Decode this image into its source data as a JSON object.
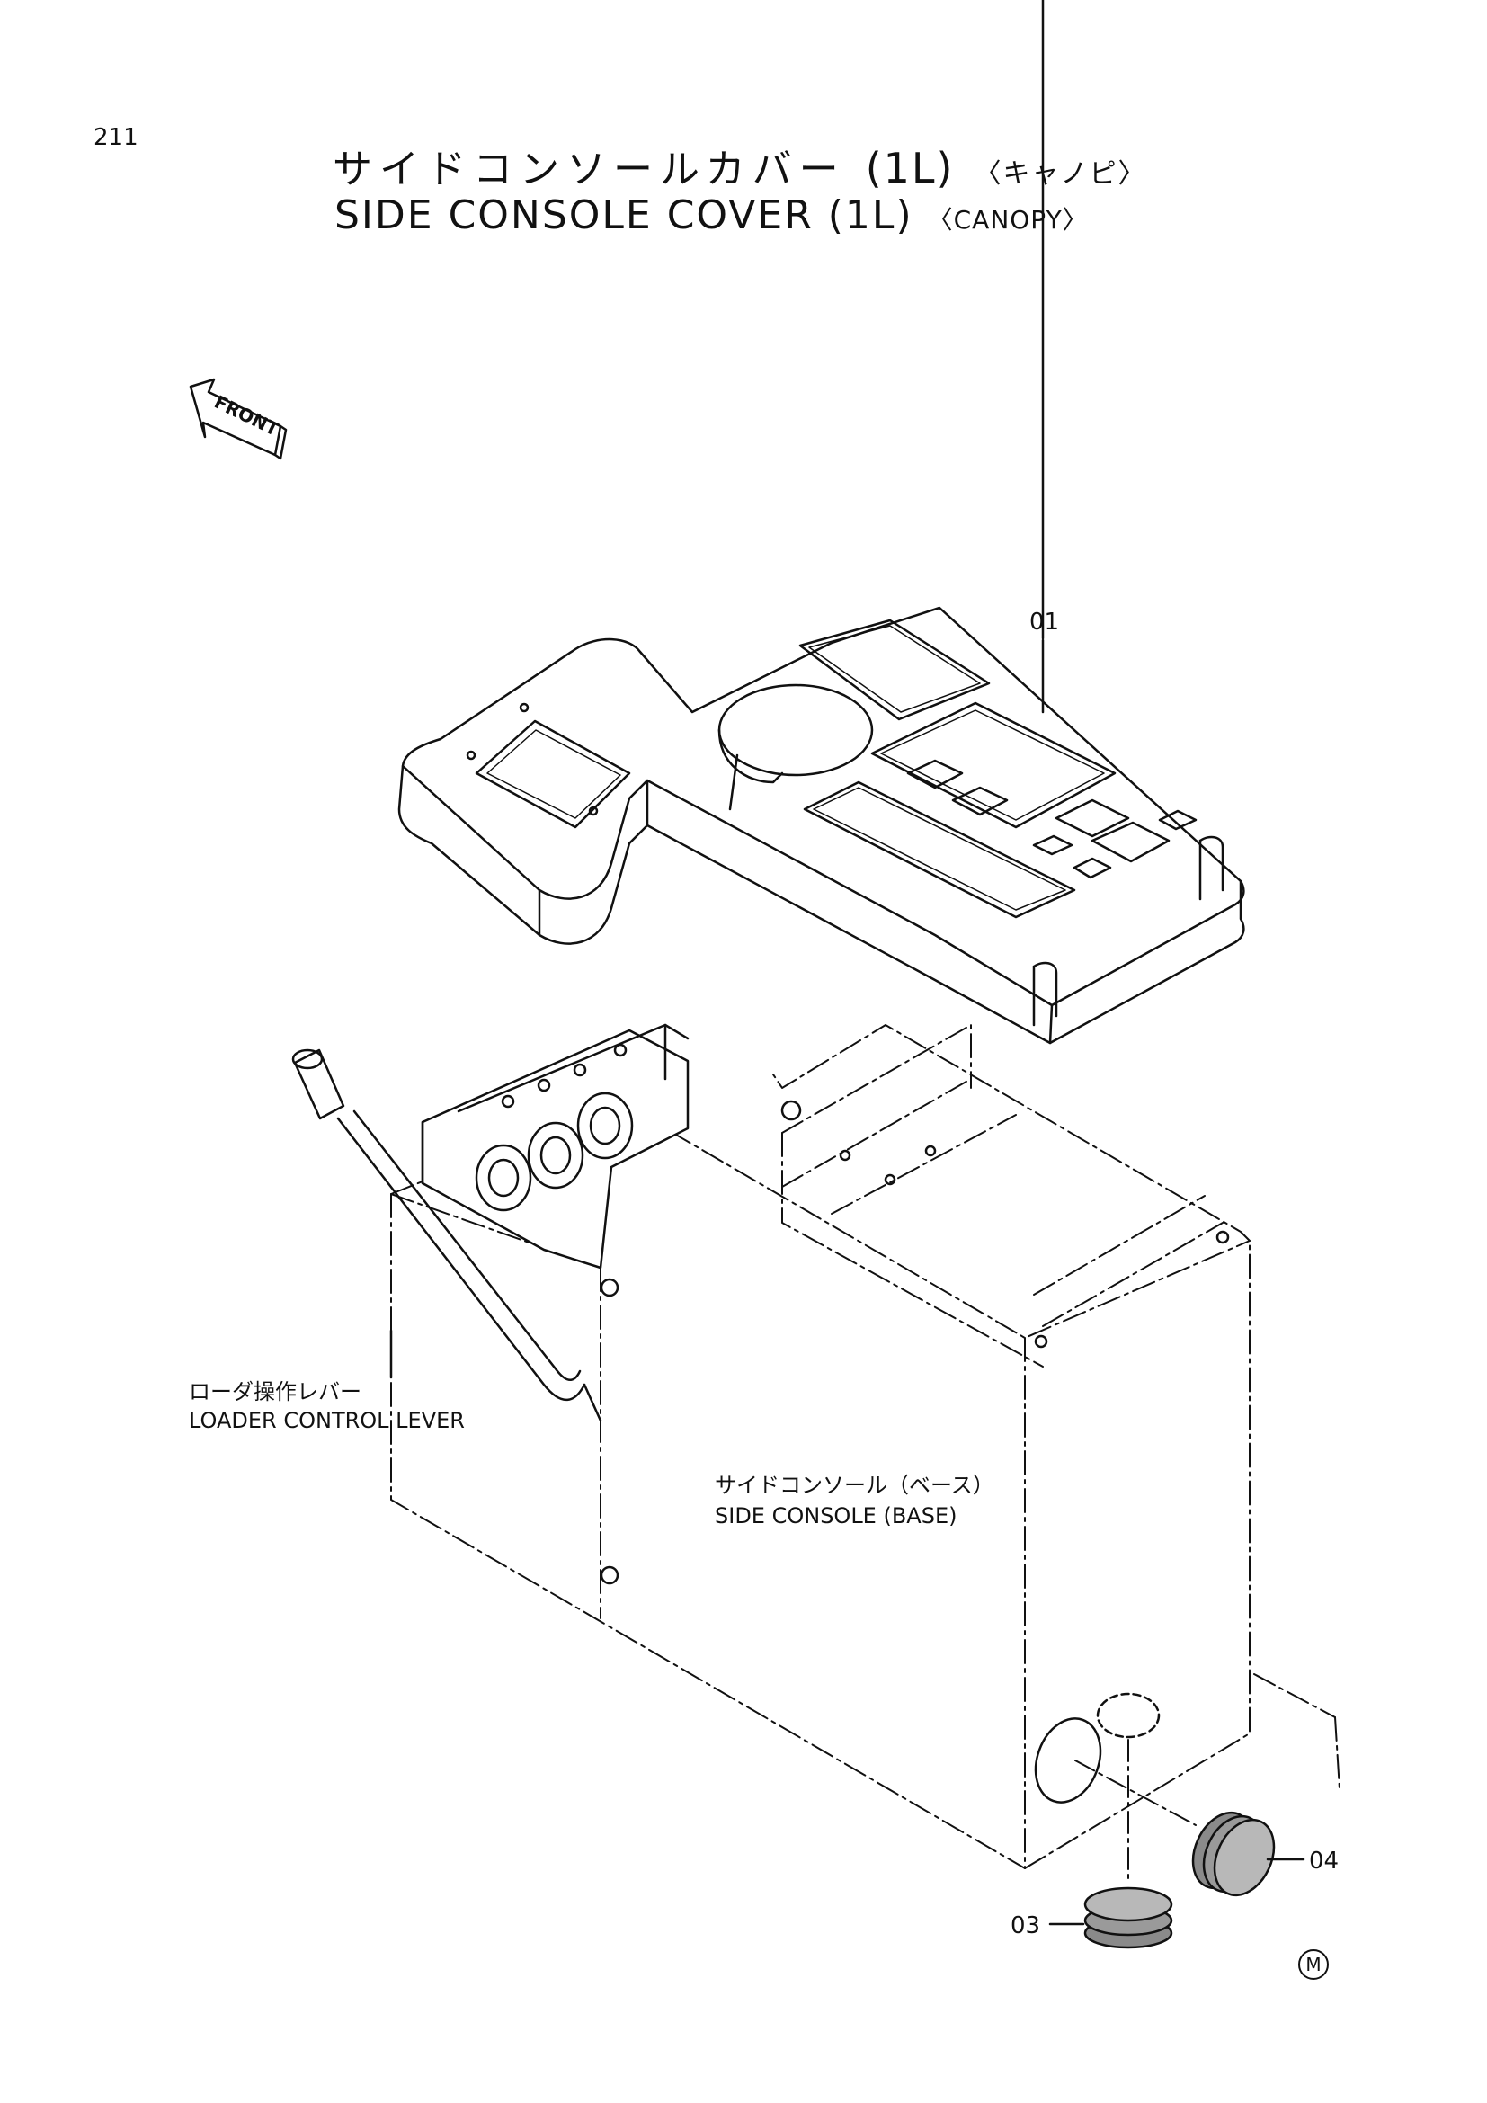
{
  "page_number": "211",
  "title": {
    "jp_main": "サイドコンソールカバー",
    "jp_variant": "(1L)",
    "jp_type": "〈キャノピ〉",
    "en_main": "SIDE CONSOLE COVER",
    "en_variant": "(1L)",
    "en_type": "〈CANOPY〉"
  },
  "front_label": "FRONT",
  "labels": {
    "lever_jp": "ローダ操作レバー",
    "lever_en": "LOADER CONTROL LEVER",
    "base_jp": "サイドコンソール（ベース）",
    "base_en": "SIDE CONSOLE (BASE)"
  },
  "callouts": {
    "p01": "01",
    "p03": "03",
    "p04": "04"
  },
  "mark": "M"
}
